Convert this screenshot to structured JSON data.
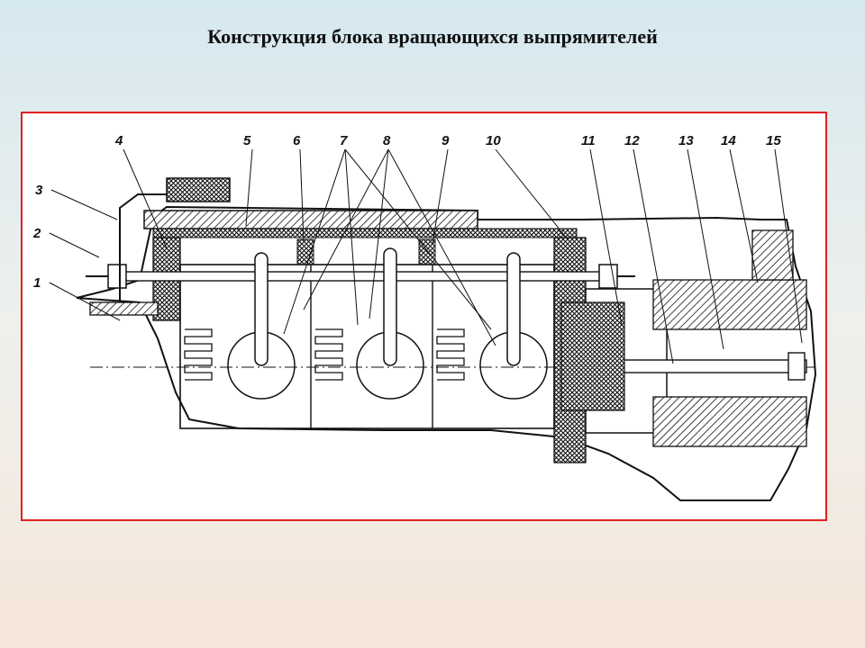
{
  "slide": {
    "title": "Конструкция блока вращающихся выпрямителей"
  },
  "diagram": {
    "callouts": [
      "1",
      "2",
      "3",
      "4",
      "5",
      "6",
      "7",
      "8",
      "9",
      "10",
      "11",
      "12",
      "13",
      "14",
      "15"
    ],
    "colors": {
      "frame_border": "#e02020",
      "ink": "#111111"
    }
  }
}
